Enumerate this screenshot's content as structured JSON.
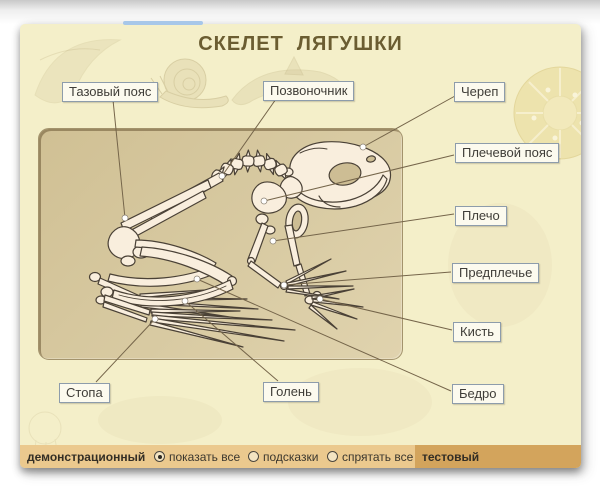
{
  "title": "СКЕЛЕТ  ЛЯГУШКИ",
  "callouts": [
    {
      "id": "pelvic-girdle",
      "text": "Тазовый пояс"
    },
    {
      "id": "spine",
      "text": "Позвоночник"
    },
    {
      "id": "skull",
      "text": "Череп"
    },
    {
      "id": "shoulder-girdle",
      "text": "Плечевой пояс"
    },
    {
      "id": "upper-arm",
      "text": "Плечо"
    },
    {
      "id": "forearm",
      "text": "Предплечье"
    },
    {
      "id": "hand",
      "text": "Кисть"
    },
    {
      "id": "thigh",
      "text": "Бедро"
    },
    {
      "id": "shin",
      "text": "Голень"
    },
    {
      "id": "foot",
      "text": "Стопа"
    }
  ],
  "bar": {
    "demo_label": "демонстрационный",
    "test_label": "тестовый",
    "options": [
      {
        "label": "показать все",
        "selected": true
      },
      {
        "label": "подсказки",
        "selected": false
      },
      {
        "label": "спрятать все",
        "selected": false
      }
    ]
  },
  "colors": {
    "card_bg": "#f4efc9",
    "panel_bg": "#d7c8a0",
    "bar_left_bg": "#ebc98e",
    "bar_right_bg": "#d3a45c",
    "accent_strip": "#a7c7e9",
    "bone_fill": "#f9eedd",
    "bone_outline": "#4a4136",
    "leader_line": "#75654a",
    "title_color": "#6b5d31"
  }
}
